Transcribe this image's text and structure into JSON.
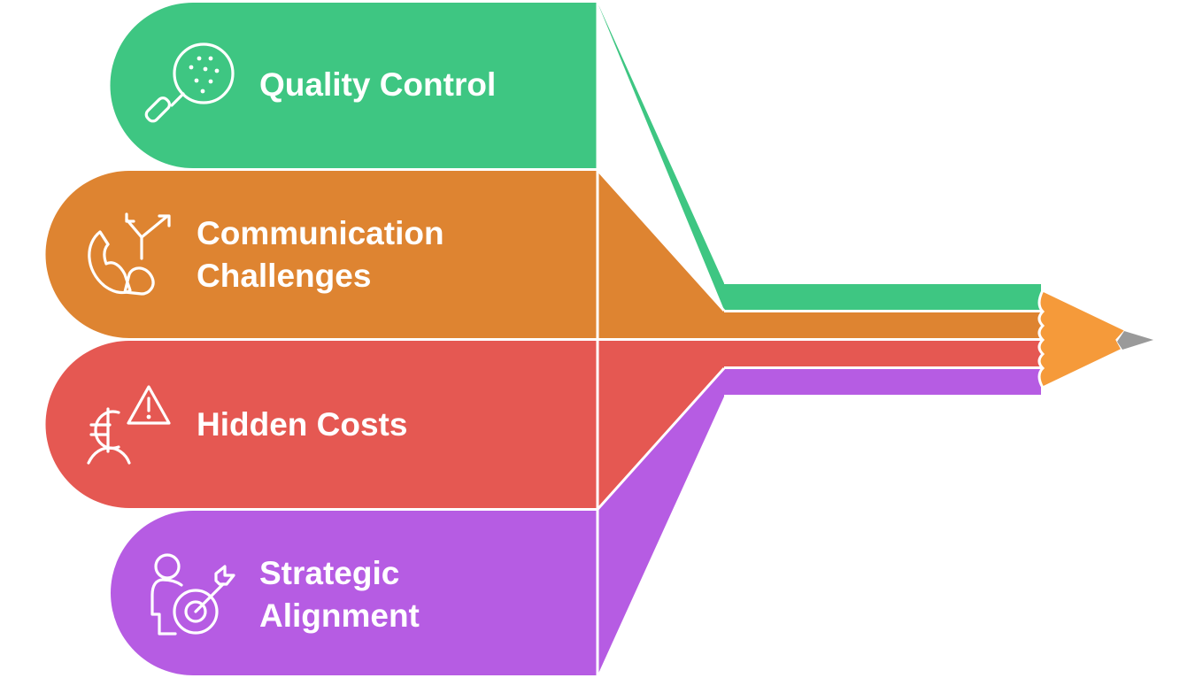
{
  "items": [
    {
      "id": "quality-control",
      "label_lines": [
        "Quality Control"
      ],
      "icon": "magnifier-icon",
      "color": "#3ec682"
    },
    {
      "id": "communication-challenges",
      "label_lines": [
        "Communication",
        "Challenges"
      ],
      "icon": "phone-call-arrows-icon",
      "color": "#de8431"
    },
    {
      "id": "hidden-costs",
      "label_lines": [
        "Hidden Costs"
      ],
      "icon": "euro-warning-icon",
      "color": "#e55852"
    },
    {
      "id": "strategic-alignment",
      "label_lines": [
        "Strategic",
        "Alignment"
      ],
      "icon": "person-target-icon",
      "color": "#b65ce3"
    }
  ],
  "pencil": {
    "body_color": "#f59a3a",
    "tip_color": "#9a9a9a"
  }
}
